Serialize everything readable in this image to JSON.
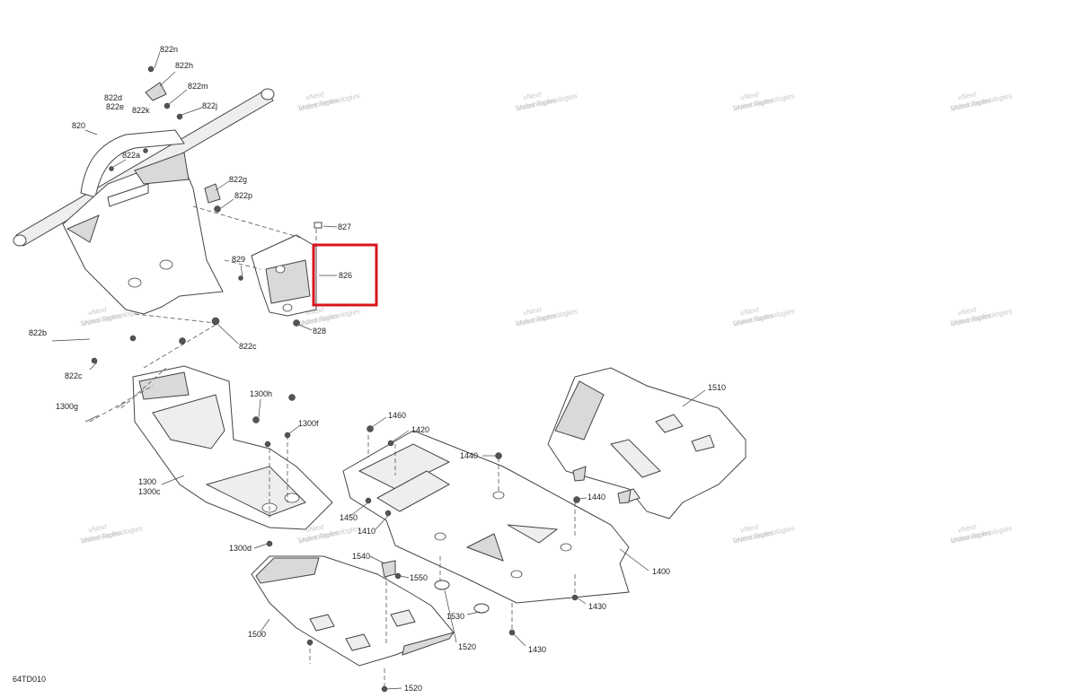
{
  "diagram_code": "64TD010",
  "watermark_lines": [
    "vNext",
    "Technologies"
  ],
  "watermark_caption": "vNext Technologies",
  "callouts": [
    {
      "id": "822n",
      "text": "822n"
    },
    {
      "id": "822h",
      "text": "822h"
    },
    {
      "id": "822m",
      "text": "822m"
    },
    {
      "id": "822d",
      "text": "822d"
    },
    {
      "id": "822e",
      "text": "822e"
    },
    {
      "id": "822k",
      "text": "822k"
    },
    {
      "id": "822j",
      "text": "822j"
    },
    {
      "id": "820",
      "text": "820"
    },
    {
      "id": "822a",
      "text": "822a"
    },
    {
      "id": "822g",
      "text": "822g"
    },
    {
      "id": "822p",
      "text": "822p"
    },
    {
      "id": "827",
      "text": "827"
    },
    {
      "id": "829",
      "text": "829"
    },
    {
      "id": "826",
      "text": "826"
    },
    {
      "id": "828",
      "text": "828"
    },
    {
      "id": "822b",
      "text": "822b"
    },
    {
      "id": "822c-left",
      "text": "822c"
    },
    {
      "id": "822c-right",
      "text": "822c"
    },
    {
      "id": "1300h",
      "text": "1300h"
    },
    {
      "id": "1300g",
      "text": "1300g"
    },
    {
      "id": "1300f",
      "text": "1300f"
    },
    {
      "id": "1300",
      "text": "1300"
    },
    {
      "id": "1300c",
      "text": "1300c"
    },
    {
      "id": "1300d",
      "text": "1300d"
    },
    {
      "id": "1460",
      "text": "1460"
    },
    {
      "id": "1420",
      "text": "1420"
    },
    {
      "id": "1440-top",
      "text": "1440"
    },
    {
      "id": "1440-right",
      "text": "1440"
    },
    {
      "id": "1450",
      "text": "1450"
    },
    {
      "id": "1410",
      "text": "1410"
    },
    {
      "id": "1510",
      "text": "1510"
    },
    {
      "id": "1400",
      "text": "1400"
    },
    {
      "id": "1540",
      "text": "1540"
    },
    {
      "id": "1550",
      "text": "1550"
    },
    {
      "id": "1430-right",
      "text": "1430"
    },
    {
      "id": "1530",
      "text": "1530"
    },
    {
      "id": "1520-mid",
      "text": "1520"
    },
    {
      "id": "1430-bottom",
      "text": "1430"
    },
    {
      "id": "1500",
      "text": "1500"
    },
    {
      "id": "1520-bottom",
      "text": "1520"
    }
  ],
  "highlight": {
    "callout": "826",
    "color": "#d9141c"
  }
}
